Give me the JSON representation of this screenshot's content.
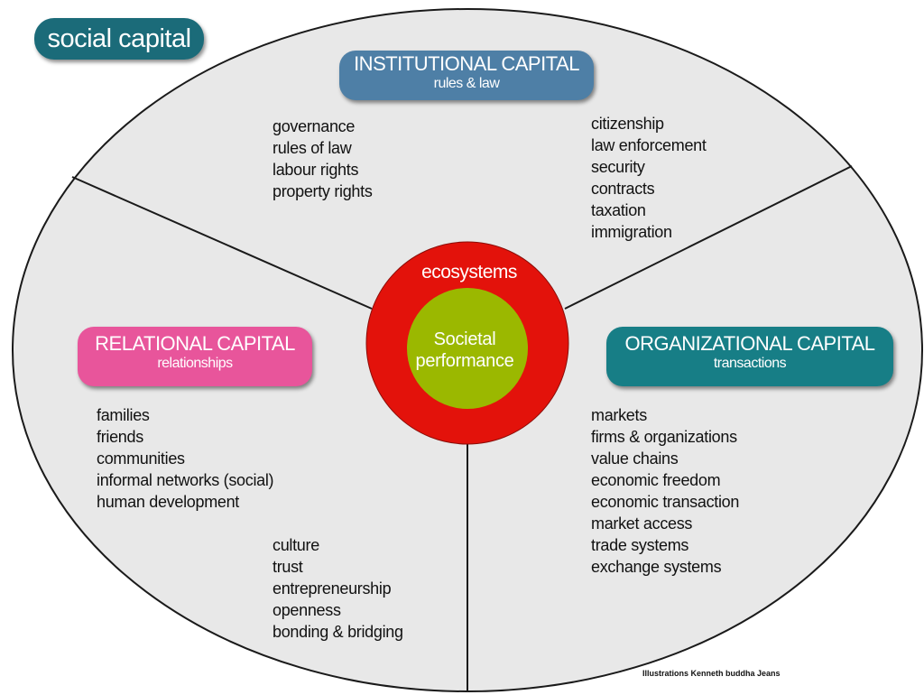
{
  "title": "social capital",
  "segments": {
    "institutional": {
      "title": "INSTITUTIONAL CAPITAL",
      "subtitle": "rules & law",
      "color": "#4e7fa6",
      "items_left": [
        "governance",
        "rules of law",
        "labour rights",
        "property rights"
      ],
      "items_right": [
        "citizenship",
        "law enforcement",
        "security",
        "contracts",
        "taxation",
        "immigration"
      ]
    },
    "relational": {
      "title": "RELATIONAL CAPITAL",
      "subtitle": "relationships",
      "color": "#e8559b",
      "items": [
        "families",
        "friends",
        "communities",
        "informal networks (social)",
        "human development"
      ],
      "items_bottom": [
        "culture",
        "trust",
        "entrepreneurship",
        "openness",
        "bonding & bridging"
      ]
    },
    "organizational": {
      "title": "ORGANIZATIONAL CAPITAL",
      "subtitle": "transactions",
      "color": "#177e86",
      "items": [
        "markets",
        "firms & organizations",
        "value chains",
        "economic freedom",
        "economic transaction",
        "market access",
        "trade systems",
        "exchange systems"
      ]
    }
  },
  "center": {
    "outer_label": "ecosystems",
    "inner_line1": "Societal",
    "inner_line2": "performance",
    "outer_color": "#e3120b",
    "inner_color": "#9bb800"
  },
  "credit": "Illustrations Kenneth buddha Jeans"
}
